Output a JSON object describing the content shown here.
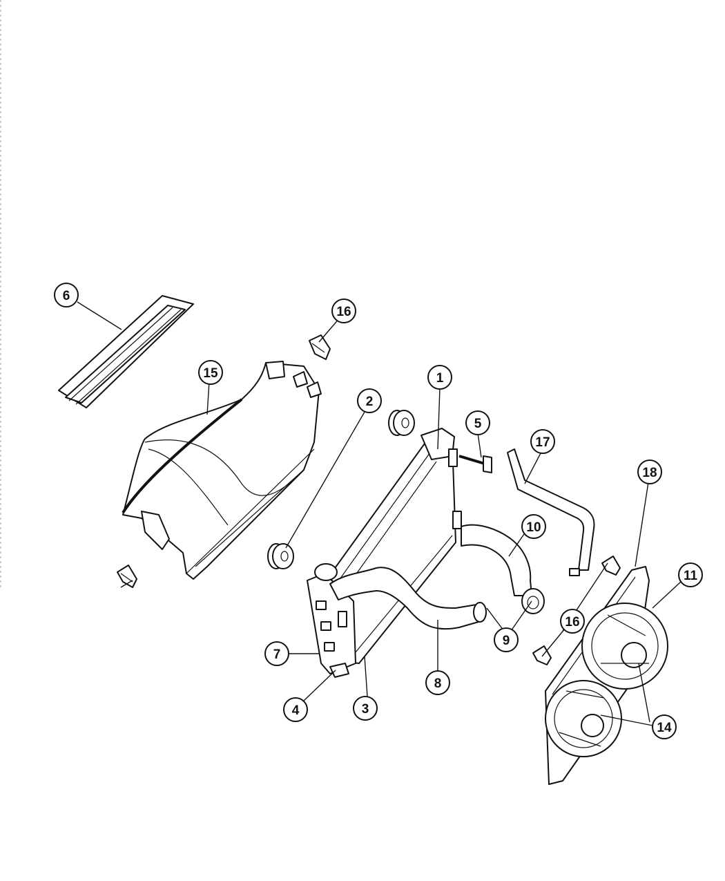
{
  "diagram": {
    "callouts": [
      {
        "id": "c1",
        "label": "1"
      },
      {
        "id": "c2",
        "label": "2"
      },
      {
        "id": "c3",
        "label": "3"
      },
      {
        "id": "c4",
        "label": "4"
      },
      {
        "id": "c5",
        "label": "5"
      },
      {
        "id": "c6",
        "label": "6"
      },
      {
        "id": "c7",
        "label": "7"
      },
      {
        "id": "c8",
        "label": "8"
      },
      {
        "id": "c9",
        "label": "9"
      },
      {
        "id": "c10",
        "label": "10"
      },
      {
        "id": "c11",
        "label": "11"
      },
      {
        "id": "c14",
        "label": "14"
      },
      {
        "id": "c15",
        "label": "15"
      },
      {
        "id": "c16a",
        "label": "16"
      },
      {
        "id": "c16b",
        "label": "16"
      },
      {
        "id": "c17",
        "label": "17"
      },
      {
        "id": "c18",
        "label": "18"
      }
    ]
  }
}
